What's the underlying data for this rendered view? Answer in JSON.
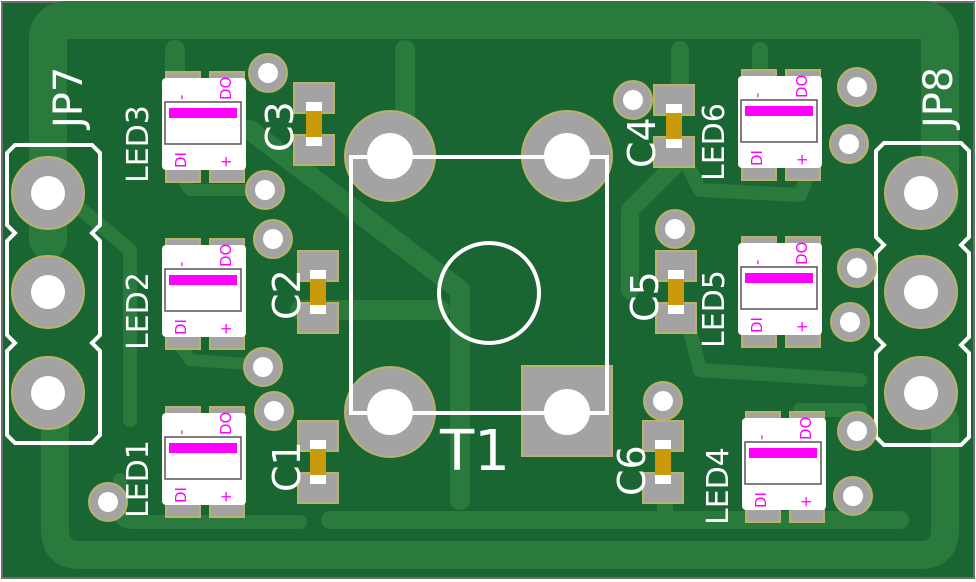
{
  "view": "PCB top layer render",
  "colors": {
    "board_outline": "#6e6e6e",
    "copper_fill": "#1a6632",
    "trace": "#2b7a3d",
    "pad": "#a3a3a3",
    "pad_ring": "#b8b26a",
    "drill": "#ffffff",
    "silkscreen": "#ffffff",
    "doc_layer": "#ff00ff",
    "cap_body": "#c99a0c"
  },
  "components": {
    "connectors": [
      {
        "ref": "JP7",
        "pins": 3
      },
      {
        "ref": "JP8",
        "pins": 3
      }
    ],
    "leds": [
      {
        "ref": "LED1",
        "pin_labels": [
          "DI",
          "DO",
          "-",
          "+"
        ]
      },
      {
        "ref": "LED2",
        "pin_labels": [
          "DI",
          "DO",
          "-",
          "+"
        ]
      },
      {
        "ref": "LED3",
        "pin_labels": [
          "DI",
          "DO",
          "-",
          "+"
        ]
      },
      {
        "ref": "LED4",
        "pin_labels": [
          "DI",
          "DO",
          "-",
          "+"
        ]
      },
      {
        "ref": "LED5",
        "pin_labels": [
          "DI",
          "DO",
          "-",
          "+"
        ]
      },
      {
        "ref": "LED6",
        "pin_labels": [
          "DI",
          "DO",
          "-",
          "+"
        ]
      }
    ],
    "capacitors": [
      {
        "ref": "C1"
      },
      {
        "ref": "C2"
      },
      {
        "ref": "C3"
      },
      {
        "ref": "C4"
      },
      {
        "ref": "C5"
      },
      {
        "ref": "C6"
      }
    ],
    "switch": {
      "ref": "T1",
      "pins": 4
    }
  },
  "labels": {
    "jp7": "JP7",
    "jp8": "JP8",
    "t1": "T1",
    "led1": "LED1",
    "led2": "LED2",
    "led3": "LED3",
    "led4": "LED4",
    "led5": "LED5",
    "led6": "LED6",
    "c1": "C1",
    "c2": "C2",
    "c3": "C3",
    "c4": "C4",
    "c5": "C5",
    "c6": "C6",
    "pin_di": "DI",
    "pin_do": "DO",
    "pin_minus": "-",
    "pin_plus": "+"
  }
}
